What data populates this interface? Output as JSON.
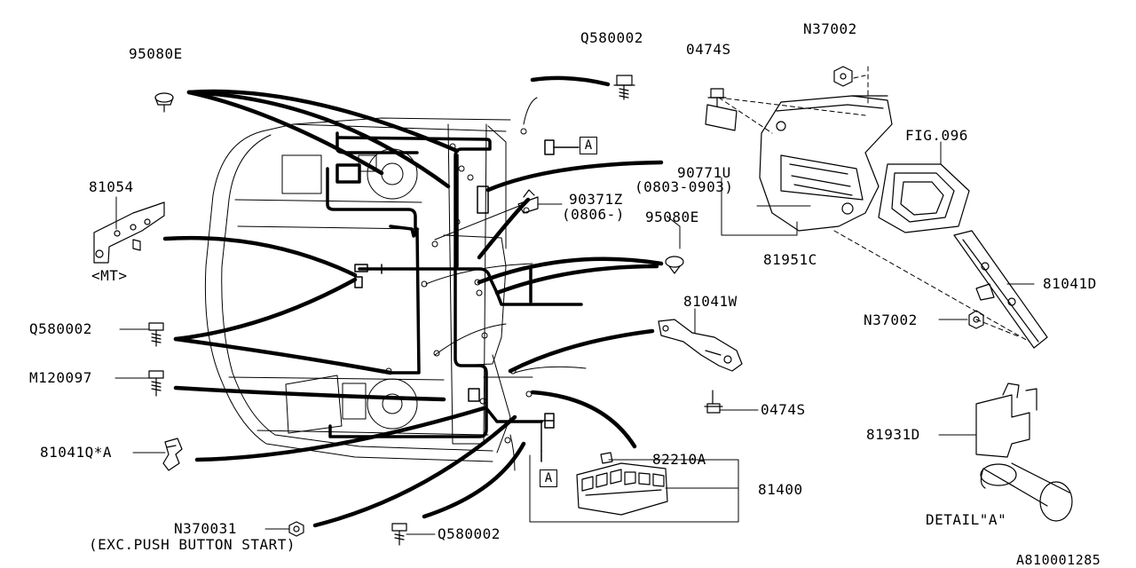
{
  "parts": {
    "p95080E_top": "95080E",
    "q580002_top": "Q580002",
    "p0474S_top": "0474S",
    "n37002_top": "N37002",
    "fig096": "FIG.096",
    "p90771U": "90771U",
    "p90771U_range": "(0803-0903)",
    "p90371Z": "90371Z",
    "p90371Z_range": "(0806-)",
    "p95080E_mid": "95080E",
    "p81951C": "81951C",
    "p81041D": "81041D",
    "n37002_mid": "N37002",
    "p81054": "81054",
    "mt": "<MT>",
    "q580002_left": "Q580002",
    "m120097": "M120097",
    "p81041W": "81041W",
    "p0474S_bottom": "0474S",
    "p81041Q": "81041Q*A",
    "p82210A": "82210A",
    "p81400": "81400",
    "p81931D": "81931D",
    "detail_a": "DETAIL\"A\"",
    "n370031": "N370031",
    "exc_push": "(EXC.PUSH BUTTON START)",
    "q580002_bottom": "Q580002"
  },
  "callouts": {
    "a_upper": "A",
    "a_lower": "A"
  },
  "diagram_id": "A810001285"
}
